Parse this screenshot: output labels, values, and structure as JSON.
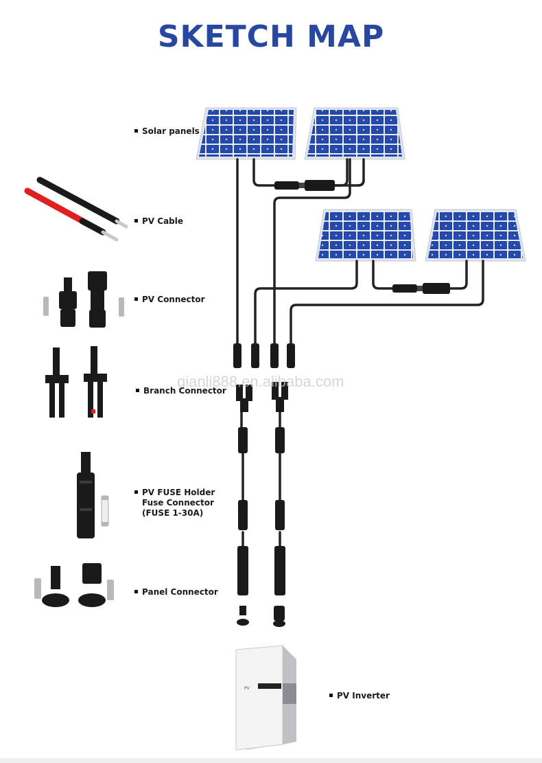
{
  "title": "SKETCH MAP",
  "watermark": "gianli888.en.alibaba.com",
  "labels": {
    "solar_panels": "Solar panels",
    "pv_cable": "PV Cable",
    "pv_connector": "PV Connector",
    "branch_connector": "Branch Connector",
    "fuse_line1": "PV FUSE Holder",
    "fuse_line2": "Fuse Connector",
    "fuse_line3": "(FUSE 1-30A)",
    "panel_connector": "Panel Connector",
    "pv_inverter": "PV Inverter"
  },
  "colors": {
    "title": "#2748a0",
    "panel_cell": "#1f3f9e",
    "cable_black": "#222222",
    "cable_red": "#e02020"
  }
}
